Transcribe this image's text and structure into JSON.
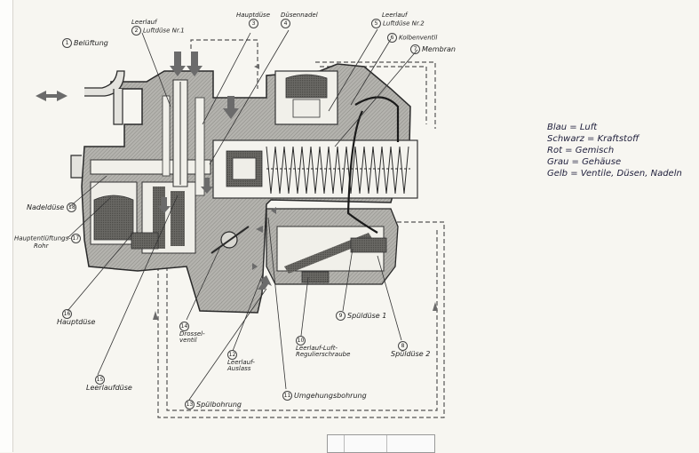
{
  "labels": {
    "n1": {
      "num": "1",
      "text": "Belüftung"
    },
    "n2": {
      "num": "2",
      "line1": "Leerlauf",
      "line2": "Luftdüse Nr.1"
    },
    "n3": {
      "text": "Hauptdüse",
      "num": "3"
    },
    "n4": {
      "text": "Düsennadel",
      "num": "4"
    },
    "n5": {
      "num": "5",
      "line1": "Leerlauf",
      "line2": "Luftdüse Nr.2"
    },
    "n6": {
      "num": "6",
      "text": "Kolbenventil"
    },
    "n7": {
      "num": "7",
      "text": "Membran"
    },
    "n8": {
      "num": "8",
      "text": "Spüldüse 2"
    },
    "n9": {
      "num": "9",
      "text": "Spüldüse 1"
    },
    "n10": {
      "num": "10",
      "line1": "Leerlauf-Luft-",
      "line2": "Regulierschraube"
    },
    "n11": {
      "num": "11",
      "text": "Umgehungsbohrung"
    },
    "n12": {
      "num": "12",
      "line1": "Leerlauf-",
      "line2": "Auslass"
    },
    "n13": {
      "num": "13",
      "text": "Spülbohrung"
    },
    "n14": {
      "num": "14",
      "line1": "Drossel-",
      "line2": "ventil"
    },
    "n15": {
      "num": "15",
      "text": "Leerlaufdüse"
    },
    "n16": {
      "num": "16",
      "text": "Hauptdüse"
    },
    "n17": {
      "num": "17",
      "line1": "Hauptentlüftungs-",
      "line2": "Rohr"
    },
    "n18": {
      "num": "18",
      "text": "Nadeldüse"
    }
  },
  "legend": [
    "Blau  =  Luft",
    "Schwarz = Kraftstoff",
    "Rot    =  Gemisch",
    "Grau  =  Gehäuse",
    "Gelb  =  Ventile, Düsen, Nadeln"
  ],
  "colors": {
    "line": "#2a2a2a",
    "housing": "#9a9a96",
    "housing_dark": "#5c5c58",
    "arrow": "#6b6b6b",
    "paper": "#f7f6f1"
  }
}
